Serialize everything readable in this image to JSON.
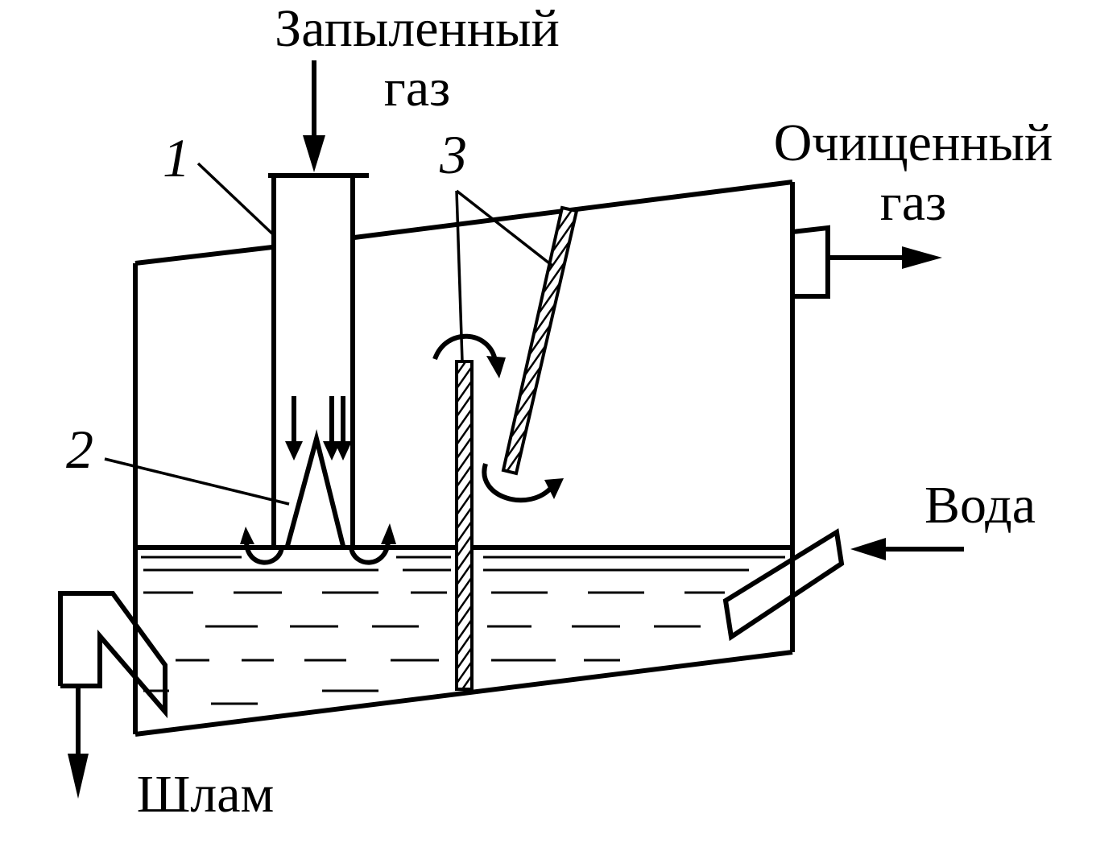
{
  "labels": {
    "dusty_gas_line1": "Запыленный",
    "dusty_gas_line2": "газ",
    "clean_gas_line1": "Очищенный",
    "clean_gas_line2": "газ",
    "water": "Вода",
    "sludge": "Шлам"
  },
  "callouts": {
    "n1": "1",
    "n2": "2",
    "n3": "3"
  }
}
